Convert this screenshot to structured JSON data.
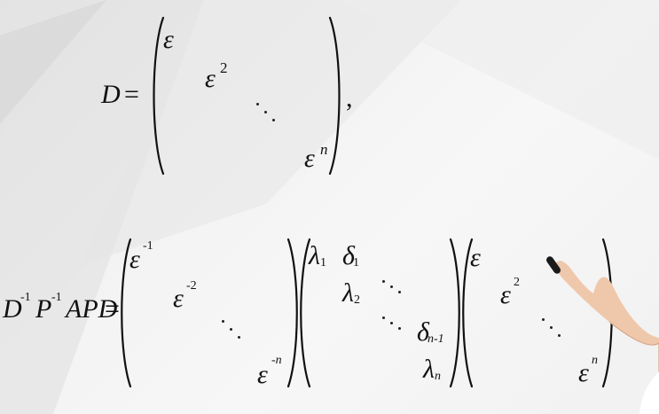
{
  "equation1": {
    "lhs": "D",
    "eq": "=",
    "diag": [
      {
        "base": "ε",
        "sup": ""
      },
      {
        "base": "ε",
        "sup": "2"
      },
      {
        "base": "⋱",
        "sup": ""
      },
      {
        "base": "ε",
        "sup": "n"
      }
    ],
    "trailing": ","
  },
  "equation2": {
    "lhs": {
      "D": "D",
      "D_sup": "-1",
      "P": "P",
      "P_sup": "-1",
      "rest": "APD",
      "eq": "="
    },
    "matrix1": [
      {
        "base": "ε",
        "sup": "-1"
      },
      {
        "base": "ε",
        "sup": "-2"
      },
      {
        "base": "⋱",
        "sup": ""
      },
      {
        "base": "ε",
        "sup": "-n"
      }
    ],
    "matrix2": {
      "lambda1": {
        "base": "λ",
        "sub": "1"
      },
      "delta1": {
        "base": "δ",
        "sub": "1"
      },
      "lambda2": {
        "base": "λ",
        "sub": "2"
      },
      "deltan1": {
        "base": "δ",
        "sub": "n-1"
      },
      "lambdan": {
        "base": "λ",
        "sub": "n"
      }
    },
    "matrix3": [
      {
        "base": "ε",
        "sup": ""
      },
      {
        "base": "ε",
        "sup": "2"
      },
      {
        "base": "⋱",
        "sup": ""
      },
      {
        "base": "ε",
        "sup": "n"
      }
    ]
  }
}
